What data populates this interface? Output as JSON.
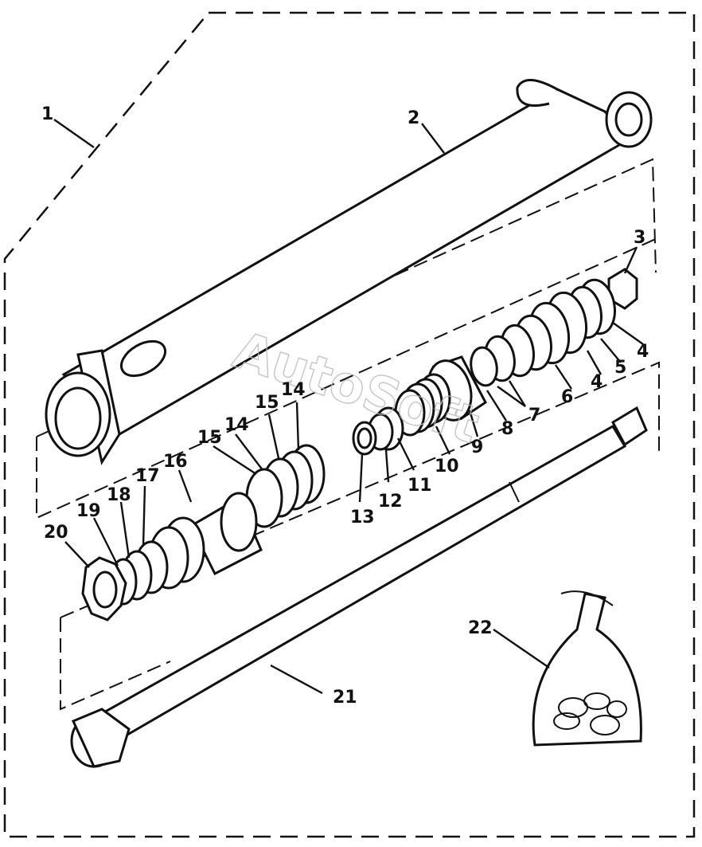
{
  "watermark": "AutoSoft",
  "callouts": [
    {
      "id": "1",
      "text": "1"
    },
    {
      "id": "2",
      "text": "2"
    },
    {
      "id": "3",
      "text": "3"
    },
    {
      "id": "4a",
      "text": "4"
    },
    {
      "id": "4b",
      "text": "4"
    },
    {
      "id": "5",
      "text": "5"
    },
    {
      "id": "6",
      "text": "6"
    },
    {
      "id": "7",
      "text": "7"
    },
    {
      "id": "8",
      "text": "8"
    },
    {
      "id": "9",
      "text": "9"
    },
    {
      "id": "10",
      "text": "10"
    },
    {
      "id": "11",
      "text": "11"
    },
    {
      "id": "12",
      "text": "12"
    },
    {
      "id": "13",
      "text": "13"
    },
    {
      "id": "14a",
      "text": "14"
    },
    {
      "id": "14b",
      "text": "14"
    },
    {
      "id": "15a",
      "text": "15"
    },
    {
      "id": "15b",
      "text": "15"
    },
    {
      "id": "16",
      "text": "16"
    },
    {
      "id": "17",
      "text": "17"
    },
    {
      "id": "18",
      "text": "18"
    },
    {
      "id": "19",
      "text": "19"
    },
    {
      "id": "20",
      "text": "20"
    },
    {
      "id": "21",
      "text": "21"
    },
    {
      "id": "22",
      "text": "22"
    }
  ]
}
